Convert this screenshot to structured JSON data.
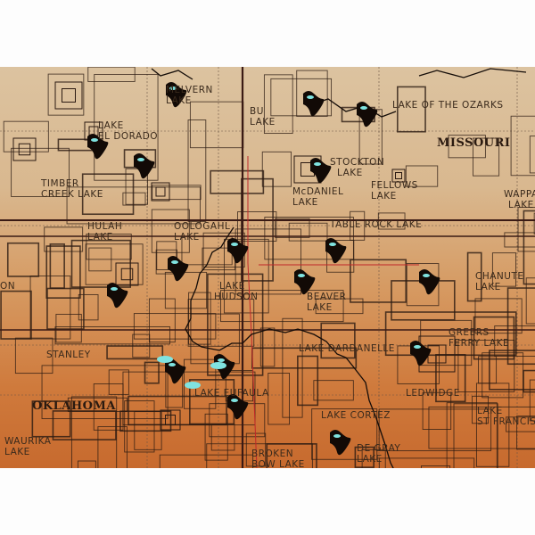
{
  "map": {
    "states": [
      "MISSOURI",
      "OKLAHOMA"
    ],
    "lakes": [
      {
        "l1": "MELVERN",
        "l2": "LAKE"
      },
      {
        "l1": "LAKE",
        "l2": "EL DORADO"
      },
      {
        "l1": "TIMBER",
        "l2": "CREEK LAKE"
      },
      {
        "l1": "HULAH",
        "l2": "LAKE"
      },
      {
        "l1": "OOLOGAHL",
        "l2": "LAKE"
      },
      {
        "l1": "BU",
        "l2": "LAKE"
      },
      {
        "l1": "LAKE OF THE OZARKS",
        "l2": ""
      },
      {
        "l1": "STOCKTON",
        "l2": "LAKE"
      },
      {
        "l1": "McDANIEL",
        "l2": "LAKE"
      },
      {
        "l1": "FELLOWS",
        "l2": "LAKE"
      },
      {
        "l1": "WAPPA",
        "l2": "LAKE"
      },
      {
        "l1": "TABLE ROCK LAKE",
        "l2": ""
      },
      {
        "l1": "CHANUTE",
        "l2": "LAKE"
      },
      {
        "l1": "LAKE",
        "l2": "HUDSON"
      },
      {
        "l1": "BEAVER",
        "l2": "LAKE"
      },
      {
        "l1": "STANLEY",
        "l2": ""
      },
      {
        "l1": "GREERS",
        "l2": "FERRY LAKE"
      },
      {
        "l1": "LAKE DARDANELLE",
        "l2": ""
      },
      {
        "l1": "LAKE EUFAULA",
        "l2": ""
      },
      {
        "l1": "LEDWIDGE",
        "l2": ""
      },
      {
        "l1": "LAKE CORTEZ",
        "l2": ""
      },
      {
        "l1": "LAKE",
        "l2": "ST FRANCIS"
      },
      {
        "l1": "WAURIKA",
        "l2": "LAKE"
      },
      {
        "l1": "BROKEN",
        "l2": "BOW LAKE"
      },
      {
        "l1": "DE GRAY",
        "l2": "LAKE"
      },
      {
        "l1": "ON",
        "l2": ""
      }
    ],
    "colors": {
      "water": "#7fe3e0",
      "lines": "#2b1a12",
      "border": "#c0282a"
    }
  }
}
